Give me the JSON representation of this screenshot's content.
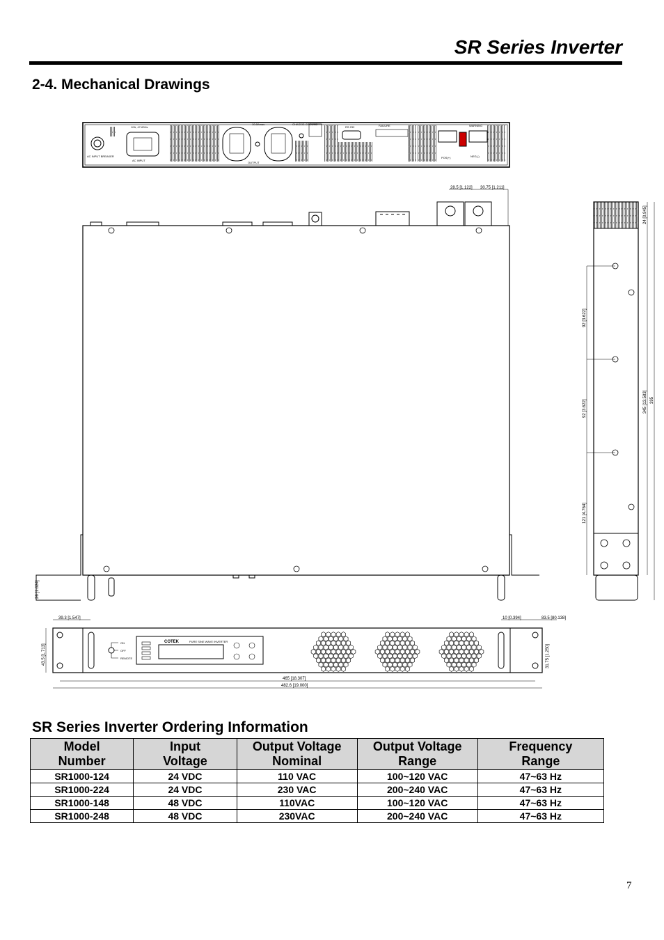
{
  "header": {
    "title": "SR Series Inverter"
  },
  "section": {
    "title": "2-4. Mechanical Drawings"
  },
  "drawing": {
    "rear_panel": {
      "ac_input_breaker": "AC INPUT BREAKER",
      "ac_input": "AC INPUT",
      "ac_input_rating": "10A, 47-63Hz",
      "ac_input_voltage": "120VAC",
      "output": "OUTPUT",
      "output_rating": "10.8Amax.",
      "output_voltage": "120VAC",
      "chassis_ground": "CHASSIS GROUND",
      "rs232": "RS 232",
      "failure": "FAILURE",
      "warning": "WARNING",
      "pos": "POS(+)",
      "neg": "NEG(-)"
    },
    "top_view": {
      "dim_a": "28.5 [1.122]",
      "dim_b": "30.75 [1.211]",
      "dim_c": "26 [1.024]"
    },
    "side_view": {
      "dim_a": "24 [0.945]",
      "dim_b": "92 [3.622]",
      "dim_c": "92 [3.622]",
      "dim_d": "121 [4.764]",
      "dim_e": "345 [13.583]",
      "dim_f": "395"
    },
    "front_view": {
      "dim_a": "39.3 [1.547]",
      "dim_b": "10 [0.394]",
      "dim_c": "83.5 [80.138]",
      "dim_d": "43.5 [1.713]",
      "dim_e": "31.75 [1.250]",
      "dim_f": "465 [18.307]",
      "dim_g": "482.6 [19.000]",
      "brand": "COTEK",
      "subtitle": "PURE SINE WAVE INVERTER",
      "switch_on": "ON",
      "switch_off": "OFF",
      "switch_remote": "REMOTE"
    }
  },
  "ordering": {
    "title": "SR Series Inverter Ordering Information",
    "headers": [
      [
        "Model",
        "Number"
      ],
      [
        "Input",
        "Voltage"
      ],
      [
        "Output Voltage",
        "Nominal"
      ],
      [
        "Output Voltage",
        "Range"
      ],
      [
        "Frequency",
        "Range"
      ]
    ],
    "rows": [
      [
        "SR1000-124",
        "24 VDC",
        "110 VAC",
        "100~120 VAC",
        "47~63 Hz"
      ],
      [
        "SR1000-224",
        "24 VDC",
        "230 VAC",
        "200~240 VAC",
        "47~63 Hz"
      ],
      [
        "SR1000-148",
        "48 VDC",
        "110VAC",
        "100~120 VAC",
        "47~63 Hz"
      ],
      [
        "SR1000-248",
        "48 VDC",
        "230VAC",
        "200~240 VAC",
        "47~63 Hz"
      ]
    ]
  },
  "page": {
    "number": "7"
  }
}
